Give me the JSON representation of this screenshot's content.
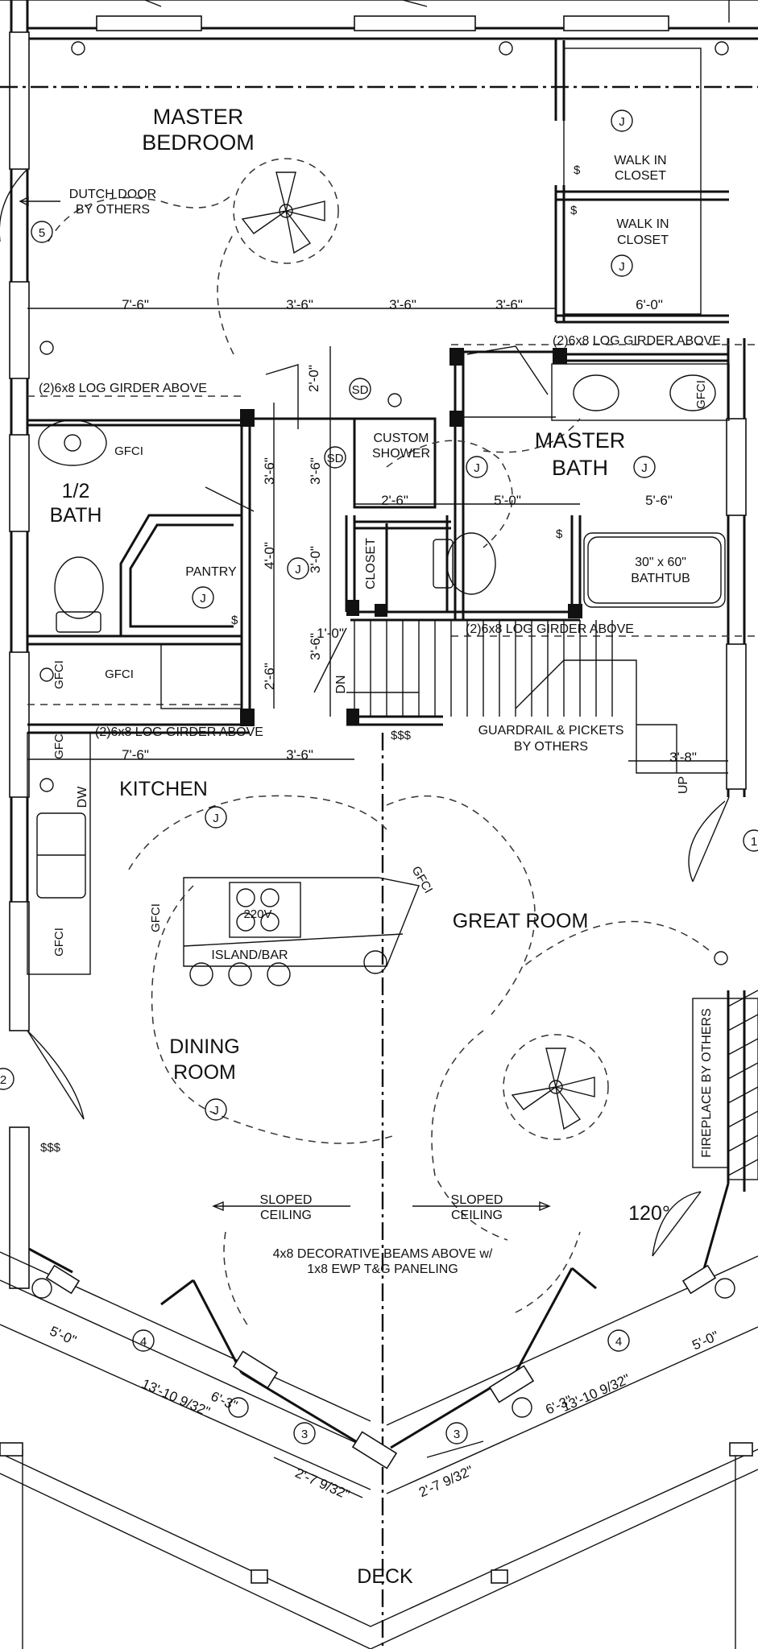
{
  "rooms": {
    "master_bedroom": [
      "MASTER",
      "BEDROOM"
    ],
    "walk_in_closet_1": [
      "WALK IN",
      "CLOSET"
    ],
    "walk_in_closet_2": [
      "WALK IN",
      "CLOSET"
    ],
    "half_bath": [
      "1/2",
      "BATH"
    ],
    "pantry": "PANTRY",
    "closet": "CLOSET",
    "custom_shower": [
      "CUSTOM",
      "SHOWER"
    ],
    "master_bath": [
      "MASTER",
      "BATH"
    ],
    "bathtub": [
      "30\" x 60\"",
      "BATHTUB"
    ],
    "kitchen": "KITCHEN",
    "island_bar": "ISLAND/BAR",
    "great_room": "GREAT ROOM",
    "dining_room": [
      "DINING",
      "ROOM"
    ],
    "deck": "DECK"
  },
  "notes": {
    "dutch_door": [
      "DUTCH DOOR",
      "BY OTHERS"
    ],
    "girder_1": "(2)6x8 LOG GIRDER ABOVE",
    "girder_2": "(2)6x8 LOG GIRDER ABOVE",
    "girder_3": "(2)6x8 LOG GIRDER ABOVE",
    "girder_4": "(2)6x8 LOG GIRDER ABOVE",
    "guardrail": [
      "GUARDRAIL & PICKETS",
      "BY OTHERS"
    ],
    "fireplace": "FIREPLACE BY OTHERS",
    "sloped_left": [
      "SLOPED",
      "CEILING"
    ],
    "sloped_right": [
      "SLOPED",
      "CEILING"
    ],
    "beams": [
      "4x8 DECORATIVE BEAMS ABOVE w/",
      "1x8 EWP T&G PANELING"
    ],
    "angle": "120°",
    "dn": "DN",
    "up": "UP",
    "dw": "DW",
    "volt": "220V",
    "sd": "SD",
    "gfci": "GFCI",
    "switch": "$",
    "switch3": "$$$",
    "j": "J"
  },
  "tags": {
    "t5": "5",
    "t2": "2",
    "t4": "4",
    "t3": "3",
    "t1": "1"
  },
  "dimensions": {
    "d_7_6": "7'-6\"",
    "d_3_6": "3'-6\"",
    "d_6_0": "6'-0\"",
    "d_2_0": "2'-0\"",
    "d_4_0": "4'-0\"",
    "d_3_0": "3'-0\"",
    "d_2_6": "2'-6\"",
    "d_1_0": "1'-0\"",
    "d_5_0": "5'-0\"",
    "d_5_6": "5'-6\"",
    "d_3_8": "3'-8\"",
    "d_6_3": "6'-3\"",
    "d_13_10": "13'-10 9/32\"",
    "d_2_7": "2'-7 9/32\""
  }
}
